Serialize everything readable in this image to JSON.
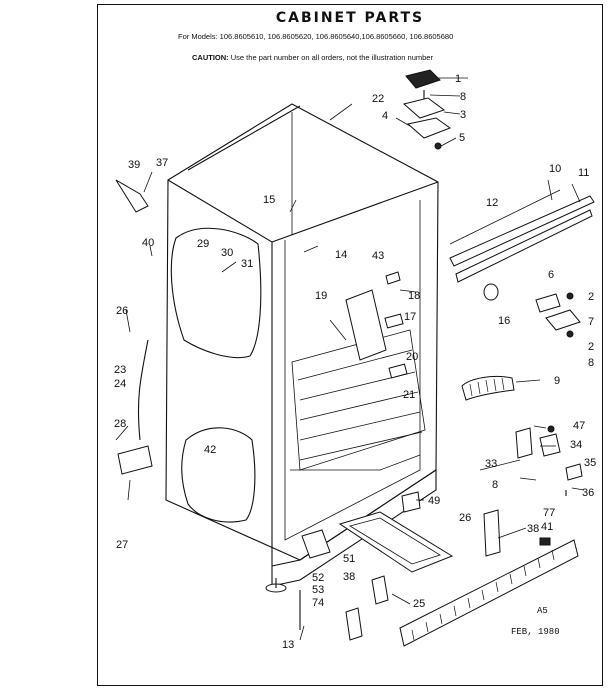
{
  "title": "CABINET PARTS",
  "models_line": "For Models: 106.8605610, 106.8605620, 106.8605640,106.8605660, 106.8605680",
  "caution": {
    "label": "CAUTION:",
    "text": "Use the part number on all orders, not the illustration number"
  },
  "footer": {
    "code": "A5",
    "date": "FEB, 1980"
  },
  "callouts": [
    "1",
    "8",
    "3",
    "4",
    "5",
    "22",
    "10",
    "11",
    "39",
    "37",
    "15",
    "12",
    "14",
    "29",
    "30",
    "31",
    "40",
    "43",
    "19",
    "18",
    "6",
    "2",
    "26",
    "17",
    "20",
    "16",
    "7",
    "2",
    "23",
    "8",
    "24",
    "21",
    "9",
    "47",
    "28",
    "34",
    "33",
    "42",
    "35",
    "8",
    "36",
    "49",
    "77",
    "26",
    "41",
    "38",
    "27",
    "51",
    "52",
    "53",
    "74",
    "38",
    "25",
    "13"
  ]
}
